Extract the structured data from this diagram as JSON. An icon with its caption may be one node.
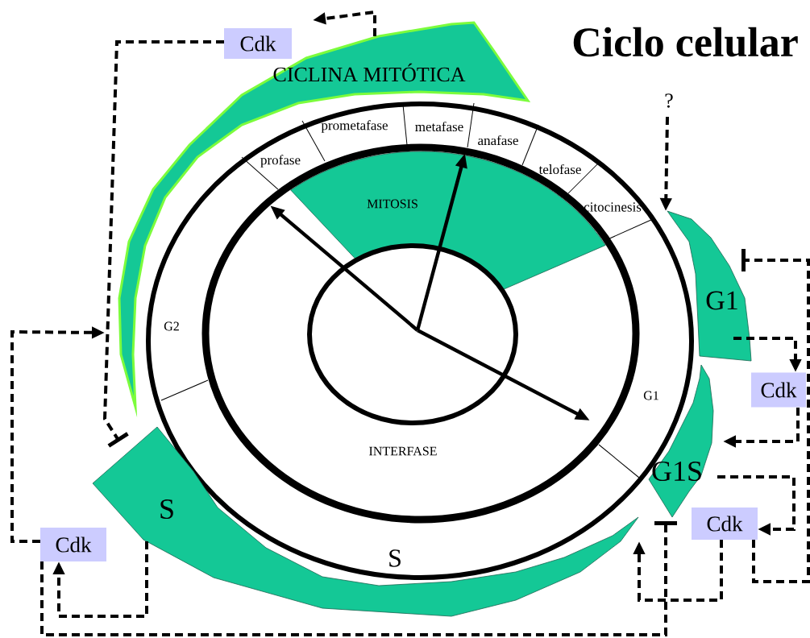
{
  "diagram": {
    "title": "Ciclo celular",
    "nodes": [
      {
        "text": [
          "Cdk"
        ]
      },
      {
        "text": [
          "CICLINA MITÓTICA"
        ]
      },
      {
        "text": [
          "?"
        ]
      },
      {
        "text": [
          "MITOSIS"
        ]
      },
      {
        "text": [
          "G1"
        ]
      },
      {
        "text": [
          "Cdk"
        ]
      },
      {
        "text": [
          "G1S"
        ]
      },
      {
        "text": [
          "Cdk"
        ]
      },
      {
        "text": [
          "S"
        ]
      },
      {
        "text": [
          "Cdk"
        ]
      }
    ],
    "edges": [
      {
        "from": 1,
        "to": 0,
        "arrow": "to",
        "style": "dashed"
      },
      {
        "from": 0,
        "to": 8,
        "arrow": "other",
        "style": "dashed"
      },
      {
        "from": 9,
        "to": 1,
        "arrow": "to",
        "style": "dashed"
      },
      {
        "from": 8,
        "to": 9,
        "arrow": "to",
        "style": "dashed"
      },
      {
        "from": 9,
        "to": 6,
        "arrow": "other",
        "style": "dashed"
      },
      {
        "from": 2,
        "to": 4,
        "arrow": "to",
        "style": "dashed"
      },
      {
        "from": 7,
        "to": 4,
        "arrow": "other",
        "style": "dashed"
      },
      {
        "from": 4,
        "to": 5,
        "arrow": "to",
        "style": "dashed"
      },
      {
        "from": 5,
        "to": 6,
        "arrow": "to",
        "style": "dashed"
      },
      {
        "from": 6,
        "to": 7,
        "arrow": "to",
        "style": "dashed"
      },
      {
        "from": 7,
        "to": 8,
        "arrow": "to",
        "style": "dashed"
      }
    ],
    "labels": [
      "prometafase",
      "metafase",
      "anafase",
      "profase",
      "telofase",
      "citocinesis",
      "G2",
      "G1",
      "INTERFASE",
      "S"
    ]
  }
}
